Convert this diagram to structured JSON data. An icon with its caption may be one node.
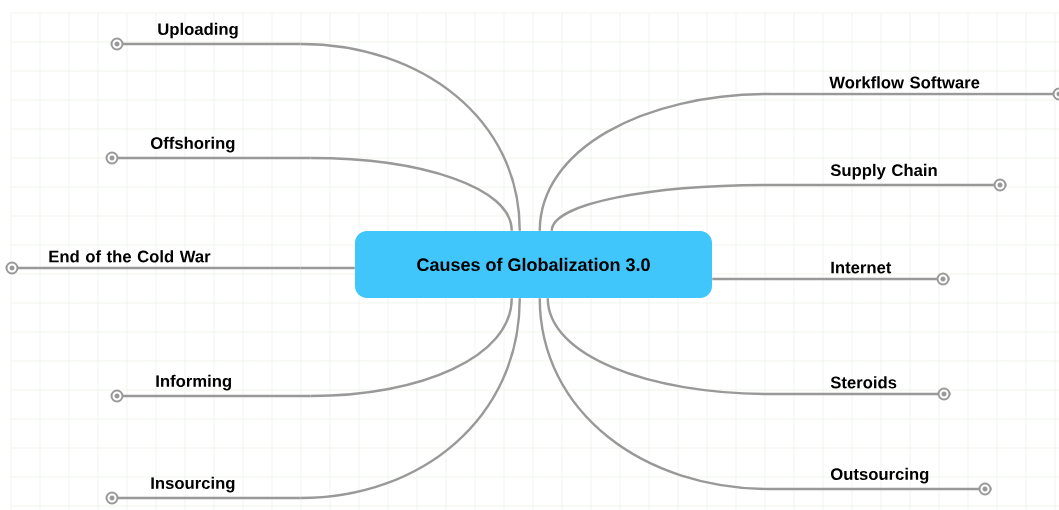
{
  "diagram": {
    "nodes": [
      {
        "text": [
          "Causes of Globalization 3.0"
        ]
      },
      {
        "text": [
          "Uploading"
        ]
      },
      {
        "text": [
          "Offshoring"
        ]
      },
      {
        "text": [
          "End of the Cold War"
        ]
      },
      {
        "text": [
          "Informing"
        ]
      },
      {
        "text": [
          "Insourcing"
        ]
      },
      {
        "text": [
          "Workflow Software"
        ]
      },
      {
        "text": [
          "Supply Chain"
        ]
      },
      {
        "text": [
          "Internet"
        ]
      },
      {
        "text": [
          "Steroids"
        ]
      },
      {
        "text": [
          "Outsourcing"
        ]
      }
    ],
    "edges": [
      {
        "from": 0,
        "to": 1,
        "arrow": "none"
      },
      {
        "from": 0,
        "to": 2,
        "arrow": "none"
      },
      {
        "from": 0,
        "to": 3,
        "arrow": "none"
      },
      {
        "from": 0,
        "to": 4,
        "arrow": "none"
      },
      {
        "from": 0,
        "to": 5,
        "arrow": "none"
      },
      {
        "from": 0,
        "to": 6,
        "arrow": "none"
      },
      {
        "from": 0,
        "to": 7,
        "arrow": "none"
      },
      {
        "from": 0,
        "to": 8,
        "arrow": "none"
      },
      {
        "from": 0,
        "to": 9,
        "arrow": "none"
      },
      {
        "from": 0,
        "to": 10,
        "arrow": "none"
      }
    ]
  }
}
